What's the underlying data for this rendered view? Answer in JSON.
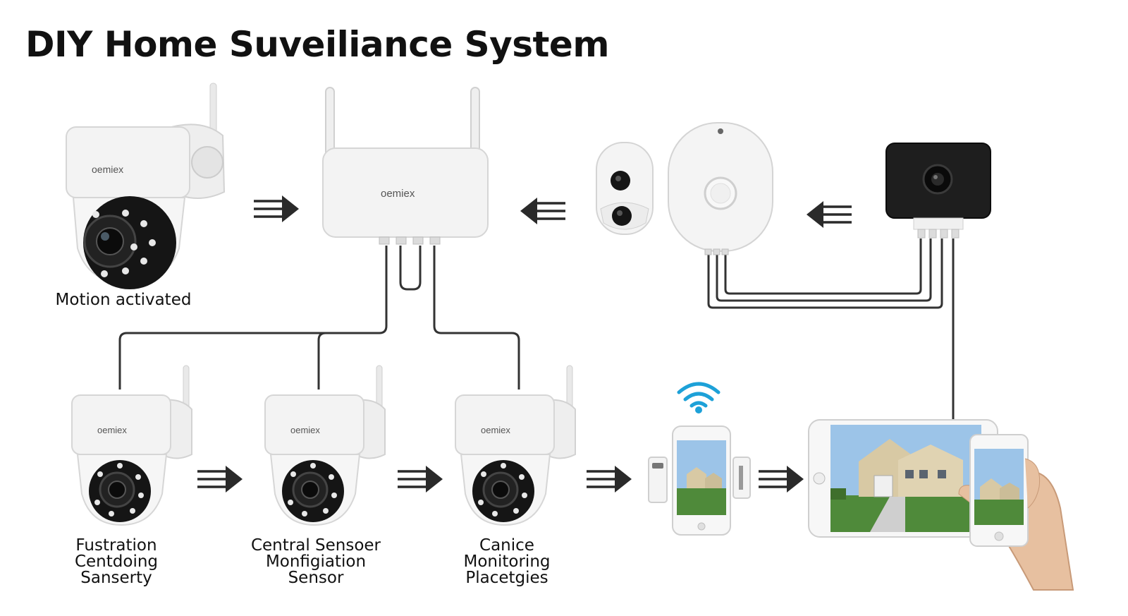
{
  "title": "DIY Home Suveiliance System",
  "brand": "oemiex",
  "colors": {
    "device_white": "#f1f1f1",
    "device_outline": "#d6d6d6",
    "lens_dark": "#151515",
    "hub_black": "#1e1e1e",
    "wire": "#333333",
    "arrow": "#2a2a2a",
    "wifi": "#1da1d8",
    "lawn": "#4f8a3a",
    "sky": "#9cc4e8",
    "house": "#d8c9a4"
  },
  "labels": {
    "top_camera": "Motion activated",
    "camera_1": [
      "Fustration",
      "Centdoing",
      "Sanserty"
    ],
    "camera_2": [
      "Central Sensoer",
      "Monfigiation",
      "Sensor"
    ],
    "camera_3": [
      "Canice",
      "Monitoring",
      "Placetgies"
    ]
  },
  "icons": {
    "camera": "ptz-camera-icon",
    "router": "router-icon",
    "wifi": "wifi-icon",
    "arrow": "triple-line-arrow-icon"
  }
}
